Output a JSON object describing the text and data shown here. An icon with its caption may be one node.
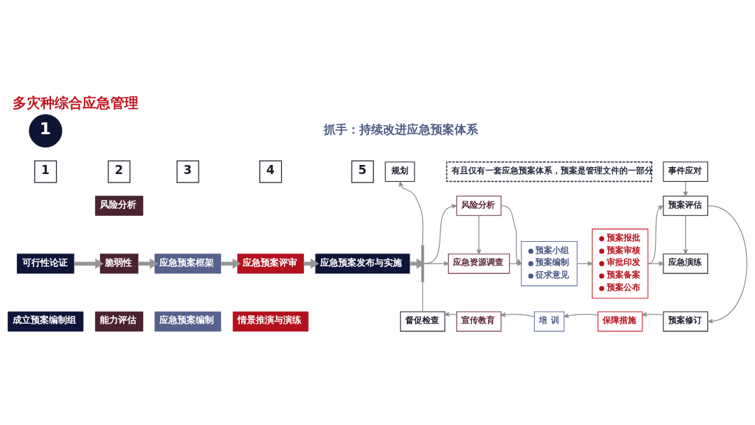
{
  "diagram": {
    "title": "多灾种综合应急管理",
    "nodes": [
      {
        "text": [
          "1"
        ]
      },
      {
        "text": [
          "1"
        ]
      },
      {
        "text": [
          "2"
        ]
      },
      {
        "text": [
          "3"
        ]
      },
      {
        "text": [
          "4"
        ]
      },
      {
        "text": [
          "5"
        ]
      },
      {
        "text": [
          "可行性论证"
        ]
      },
      {
        "text": [
          "成立预案编制组"
        ]
      },
      {
        "text": [
          "风险分析"
        ]
      },
      {
        "text": [
          "脆弱性"
        ]
      },
      {
        "text": [
          "能力评估"
        ]
      },
      {
        "text": [
          "应急预案框架"
        ]
      },
      {
        "text": [
          "应急预案编制"
        ]
      },
      {
        "text": [
          "应急预案评审"
        ]
      },
      {
        "text": [
          "情景推演与演练"
        ]
      },
      {
        "text": [
          "应急预案发布与实施"
        ]
      },
      {
        "text": [
          "规划"
        ]
      },
      {
        "text": [
          "督促检查"
        ]
      },
      {
        "text": [
          "风险分析"
        ]
      },
      {
        "text": [
          "应急资源调查"
        ]
      },
      {
        "text": [
          "宣传教育"
        ]
      },
      {
        "text": [
          "有且仅有一套应急预案体系，预案是管理文件的一部分"
        ]
      },
      {
        "text": [
          "预案小组",
          "预案编制",
          "征求意见"
        ]
      },
      {
        "text": [
          "培 训"
        ]
      },
      {
        "text": [
          "预案报批",
          "预案审核",
          "审批印发",
          "预案备案",
          "预案公布"
        ]
      },
      {
        "text": [
          "保障措施"
        ]
      },
      {
        "text": [
          "事件应对"
        ]
      },
      {
        "text": [
          "预案评估"
        ]
      },
      {
        "text": [
          "应急演练"
        ]
      },
      {
        "text": [
          "预案修订"
        ]
      },
      {
        "text": [],
        "shape": "bar"
      }
    ],
    "edges": [
      {
        "from": 6,
        "to": 9,
        "arrow": "to",
        "style": "thick"
      },
      {
        "from": 9,
        "to": 11,
        "arrow": "to",
        "style": "thick"
      },
      {
        "from": 11,
        "to": 13,
        "arrow": "to",
        "style": "thick"
      },
      {
        "from": 13,
        "to": 15,
        "arrow": "to",
        "style": "thick"
      },
      {
        "from": 15,
        "to": 30,
        "arrow": "to",
        "style": "thick"
      },
      {
        "from": 17,
        "to": 30,
        "arrow": "none"
      },
      {
        "from": 30,
        "to": 16,
        "arrow": "to"
      },
      {
        "from": 30,
        "to": 18,
        "arrow": "to"
      },
      {
        "from": 30,
        "to": 19,
        "arrow": "to"
      },
      {
        "from": 18,
        "to": 19,
        "arrow": "to"
      },
      {
        "from": 18,
        "to": 22,
        "arrow": "to"
      },
      {
        "from": 19,
        "to": 22,
        "arrow": "to"
      },
      {
        "from": 22,
        "to": 24,
        "arrow": "to"
      },
      {
        "from": 24,
        "to": 27,
        "arrow": "to"
      },
      {
        "from": 24,
        "to": 28,
        "arrow": "to"
      },
      {
        "from": 26,
        "to": 27,
        "arrow": "to"
      },
      {
        "from": 27,
        "to": 28,
        "arrow": "to"
      },
      {
        "from": 27,
        "to": 29,
        "arrow": "to"
      },
      {
        "from": 29,
        "to": 25,
        "arrow": "to"
      },
      {
        "from": 25,
        "to": 23,
        "arrow": "to"
      },
      {
        "from": 23,
        "to": 20,
        "arrow": "to"
      },
      {
        "from": 20,
        "to": 17,
        "arrow": "to"
      }
    ],
    "labels": [
      "抓手：持续改进应急预案体系"
    ]
  }
}
